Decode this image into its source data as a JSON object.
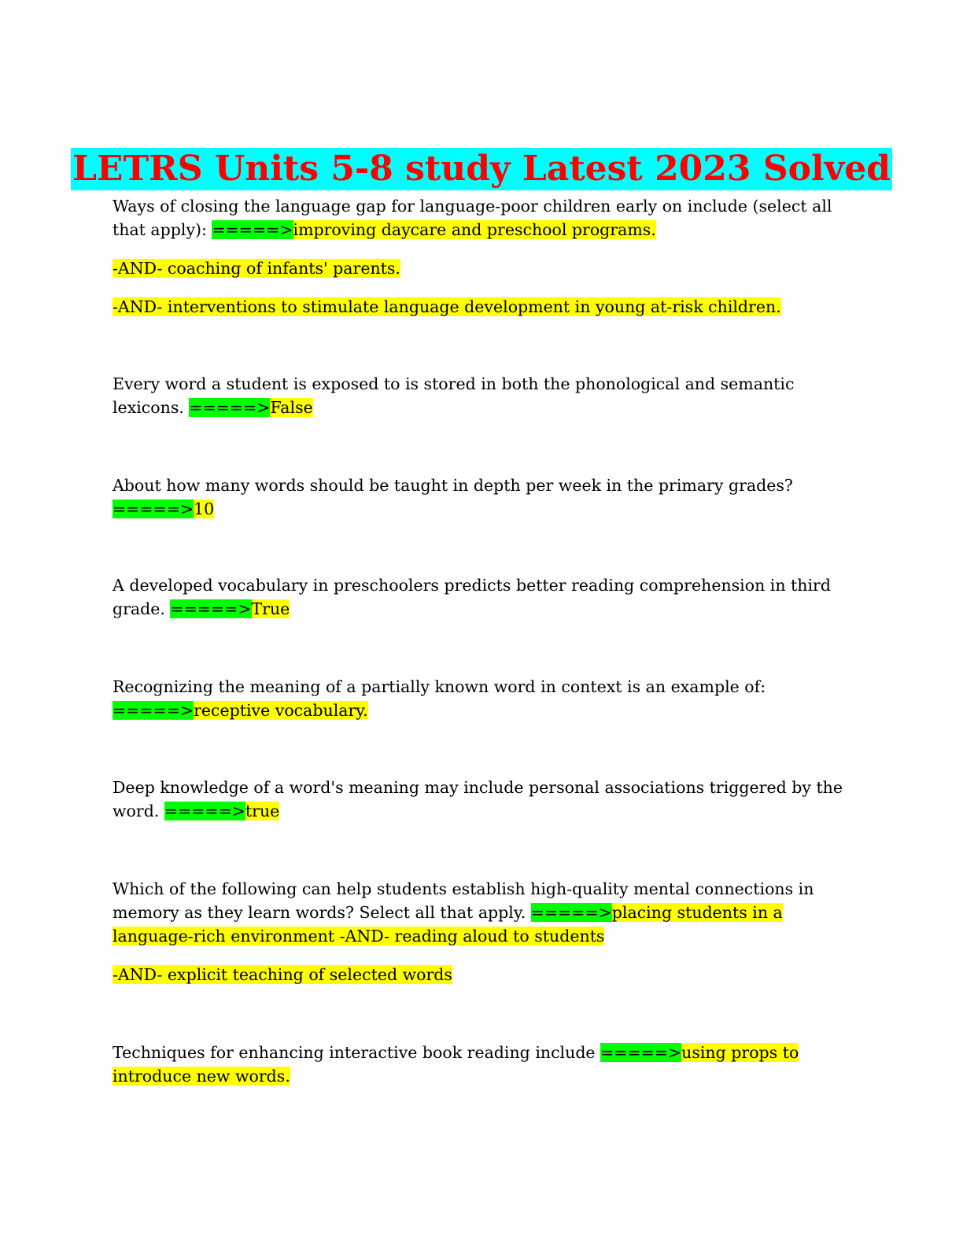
{
  "title": "LETRS Units 5-8 study Latest 2023 Solved",
  "items": [
    {
      "question": "Ways of closing the language gap for language-poor children early on include (select all that apply): ",
      "arrow": "=====>",
      "answer": "improving daycare and preschool programs.",
      "extras": [
        "-AND- coaching of infants' parents.",
        "-AND- interventions to stimulate language development in young at-risk children."
      ]
    },
    {
      "question": "Every word a student is exposed to is stored in both the phonological and semantic lexicons. ",
      "arrow": "=====>",
      "answer": "False"
    },
    {
      "question": "About how many words should be taught in depth per week in the primary grades? ",
      "arrow": "=====>",
      "answer": "10"
    },
    {
      "question": "A developed vocabulary in preschoolers predicts better reading comprehension in third grade. ",
      "arrow": "=====>",
      "answer": "True"
    },
    {
      "question": "Recognizing the meaning of a partially known word in context is an example of: ",
      "arrow": "=====>",
      "answer": "receptive vocabulary."
    },
    {
      "question": "Deep knowledge of a word's meaning may include personal associations triggered by the word. ",
      "arrow": "=====>",
      "answer": "true"
    },
    {
      "question": "Which of the following can help students establish high-quality mental connections in memory as they learn words? Select all that apply. ",
      "arrow": "=====>",
      "answer": "placing students in a language-rich environment -AND- reading aloud to students",
      "extras": [
        "-AND- explicit teaching of selected words"
      ]
    },
    {
      "question": "Techniques for enhancing interactive book reading include ",
      "arrow": "=====>",
      "answer": "using props to introduce new words."
    }
  ],
  "colors": {
    "title_text": "#ff0000",
    "title_highlight": "#00ffff",
    "arrow_highlight": "#00ff00",
    "answer_highlight": "#ffff00"
  }
}
